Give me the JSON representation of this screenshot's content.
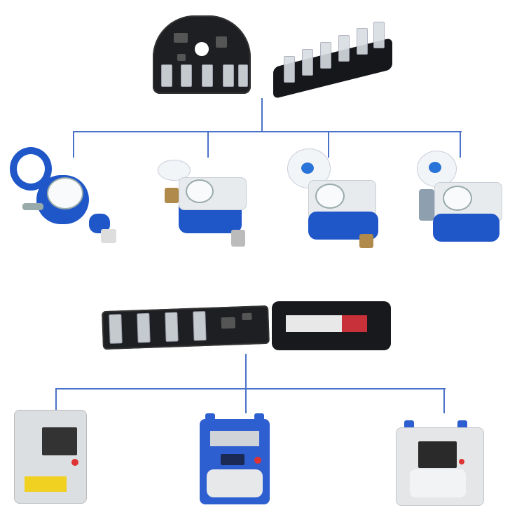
{
  "colors": {
    "connector_line": "#4a72c8",
    "water_meter_body": "#1f57c9",
    "pcb": "#1d1f22",
    "background": "#ffffff"
  },
  "diagram": {
    "groups": [
      {
        "parents": [
          "round-pcb-module",
          "terminal-block-module"
        ],
        "children": [
          "water-meter-1",
          "water-meter-2",
          "water-meter-3",
          "water-meter-4"
        ]
      },
      {
        "parents": [
          "strip-pcb-module",
          "counter-register-module"
        ],
        "children": [
          "gas-meter-1",
          "gas-meter-2",
          "gas-meter-3"
        ]
      }
    ]
  }
}
